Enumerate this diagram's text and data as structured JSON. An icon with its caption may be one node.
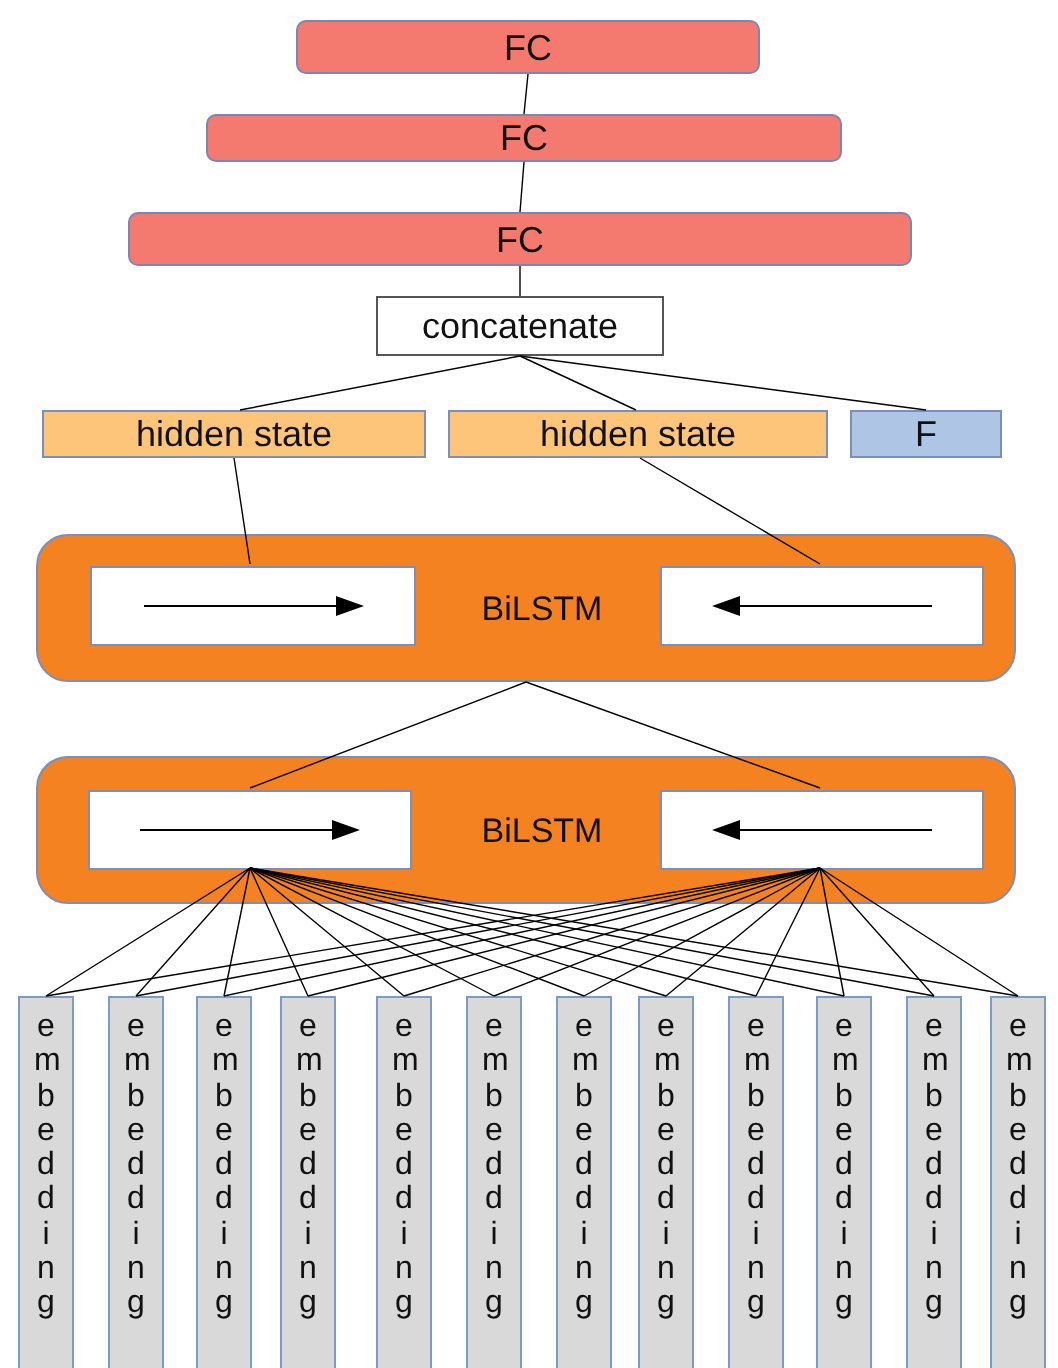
{
  "diagram": {
    "nodes": [
      {
        "text": [
          "FC"
        ]
      },
      {
        "text": [
          "FC"
        ]
      },
      {
        "text": [
          "FC"
        ]
      },
      {
        "text": [
          "concatenate"
        ]
      },
      {
        "text": [
          "hidden state"
        ]
      },
      {
        "text": [
          "hidden state"
        ]
      },
      {
        "text": [
          "F"
        ]
      },
      {
        "text": [
          "BiLSTM"
        ]
      },
      {
        "text": [],
        "shape": "box",
        "in": 7
      },
      {
        "text": [],
        "shape": "box",
        "in": 7
      },
      {
        "text": [
          "BiLSTM"
        ]
      },
      {
        "text": [],
        "shape": "box",
        "in": 10
      },
      {
        "text": [],
        "shape": "box",
        "in": 10
      },
      {
        "text": [
          "embedding"
        ]
      },
      {
        "text": [
          "embedding"
        ]
      },
      {
        "text": [
          "embedding"
        ]
      },
      {
        "text": [
          "embedding"
        ]
      },
      {
        "text": [
          "embedding"
        ]
      },
      {
        "text": [
          "embedding"
        ]
      },
      {
        "text": [
          "embedding"
        ]
      },
      {
        "text": [
          "embedding"
        ]
      },
      {
        "text": [
          "embedding"
        ]
      },
      {
        "text": [
          "embedding"
        ]
      },
      {
        "text": [
          "embedding"
        ]
      },
      {
        "text": [
          "embedding"
        ]
      }
    ],
    "edges": [
      {
        "from": 0,
        "to": 1,
        "arrow": "none"
      },
      {
        "from": 1,
        "to": 2,
        "arrow": "none"
      },
      {
        "from": 2,
        "to": 3,
        "arrow": "none"
      },
      {
        "from": 3,
        "to": 4,
        "arrow": "none"
      },
      {
        "from": 3,
        "to": 5,
        "arrow": "none"
      },
      {
        "from": 3,
        "to": 6,
        "arrow": "none"
      },
      {
        "from": 4,
        "to": 8,
        "arrow": "none"
      },
      {
        "from": 5,
        "to": 9,
        "arrow": "none"
      },
      {
        "from": 7,
        "to": 11,
        "arrow": "none"
      },
      {
        "from": 7,
        "to": 12,
        "arrow": "none"
      },
      {
        "from": 11,
        "to": 13,
        "arrow": "none"
      },
      {
        "from": 11,
        "to": 14,
        "arrow": "none"
      },
      {
        "from": 11,
        "to": 15,
        "arrow": "none"
      },
      {
        "from": 11,
        "to": 16,
        "arrow": "none"
      },
      {
        "from": 11,
        "to": 17,
        "arrow": "none"
      },
      {
        "from": 11,
        "to": 18,
        "arrow": "none"
      },
      {
        "from": 11,
        "to": 19,
        "arrow": "none"
      },
      {
        "from": 11,
        "to": 20,
        "arrow": "none"
      },
      {
        "from": 11,
        "to": 21,
        "arrow": "none"
      },
      {
        "from": 11,
        "to": 22,
        "arrow": "none"
      },
      {
        "from": 11,
        "to": 23,
        "arrow": "none"
      },
      {
        "from": 11,
        "to": 24,
        "arrow": "none"
      },
      {
        "from": 12,
        "to": 13,
        "arrow": "none"
      },
      {
        "from": 12,
        "to": 14,
        "arrow": "none"
      },
      {
        "from": 12,
        "to": 15,
        "arrow": "none"
      },
      {
        "from": 12,
        "to": 16,
        "arrow": "none"
      },
      {
        "from": 12,
        "to": 17,
        "arrow": "none"
      },
      {
        "from": 12,
        "to": 18,
        "arrow": "none"
      },
      {
        "from": 12,
        "to": 19,
        "arrow": "none"
      },
      {
        "from": 12,
        "to": 20,
        "arrow": "none"
      },
      {
        "from": 12,
        "to": 21,
        "arrow": "none"
      },
      {
        "from": 12,
        "to": 22,
        "arrow": "none"
      },
      {
        "from": 12,
        "to": 23,
        "arrow": "none"
      },
      {
        "from": 12,
        "to": 24,
        "arrow": "none"
      }
    ]
  }
}
